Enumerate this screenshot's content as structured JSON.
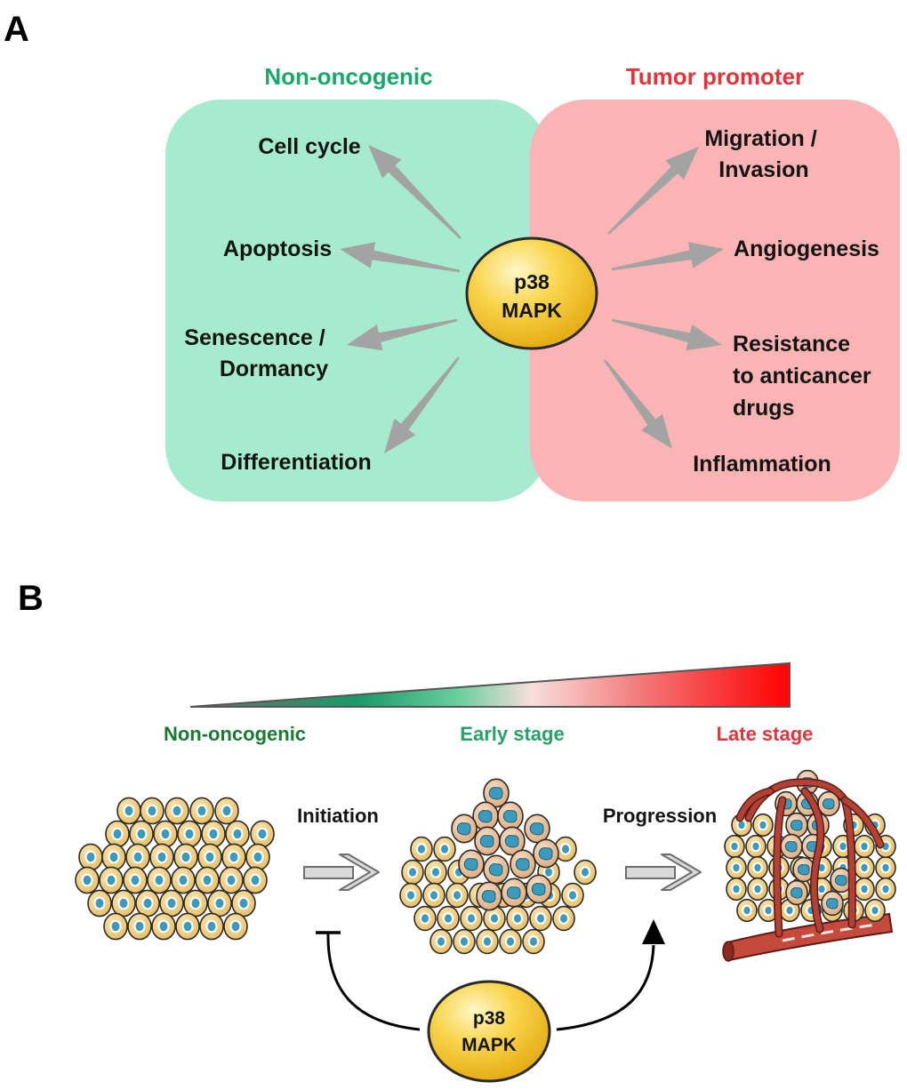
{
  "panel_a": {
    "letter": "A",
    "left_header": "Non-oncogenic",
    "right_header": "Tumor promoter",
    "center": {
      "line1": "p38",
      "line2": "MAPK"
    },
    "left_items": [
      {
        "lines": [
          "Cell cycle"
        ]
      },
      {
        "lines": [
          "Apoptosis"
        ]
      },
      {
        "lines": [
          "Senescence /",
          "Dormancy"
        ]
      },
      {
        "lines": [
          "Differentiation"
        ]
      }
    ],
    "right_items": [
      {
        "lines": [
          "Migration /",
          "Invasion"
        ]
      },
      {
        "lines": [
          "Angiogenesis"
        ]
      },
      {
        "lines": [
          "Resistance",
          "to anticancer",
          "drugs"
        ]
      },
      {
        "lines": [
          "Inflammation"
        ]
      }
    ]
  },
  "panel_b": {
    "letter": "B",
    "gradient_labels": {
      "left": "Non-oncogenic",
      "middle": "Early stage",
      "right": "Late stage"
    },
    "step1_label": "Initiation",
    "step2_label": "Progression",
    "center": {
      "line1": "p38",
      "line2": "MAPK"
    }
  },
  "colors": {
    "left_box": "#a6ead0",
    "right_box": "#fbb4b4",
    "non_oncogenic": "#17a86c",
    "tumor_promoter": "#e0353b",
    "gradient_green_label": "#1a7a34",
    "gradient_mid_label": "#27a06a",
    "gradient_red_label": "#e0353b",
    "arrow_gray": "#a3a3a3",
    "oval_fill": "#f7c631",
    "cell_fill": "#f2d38e",
    "nucleus": "#3a9bbd",
    "vessel": "#b34236"
  }
}
